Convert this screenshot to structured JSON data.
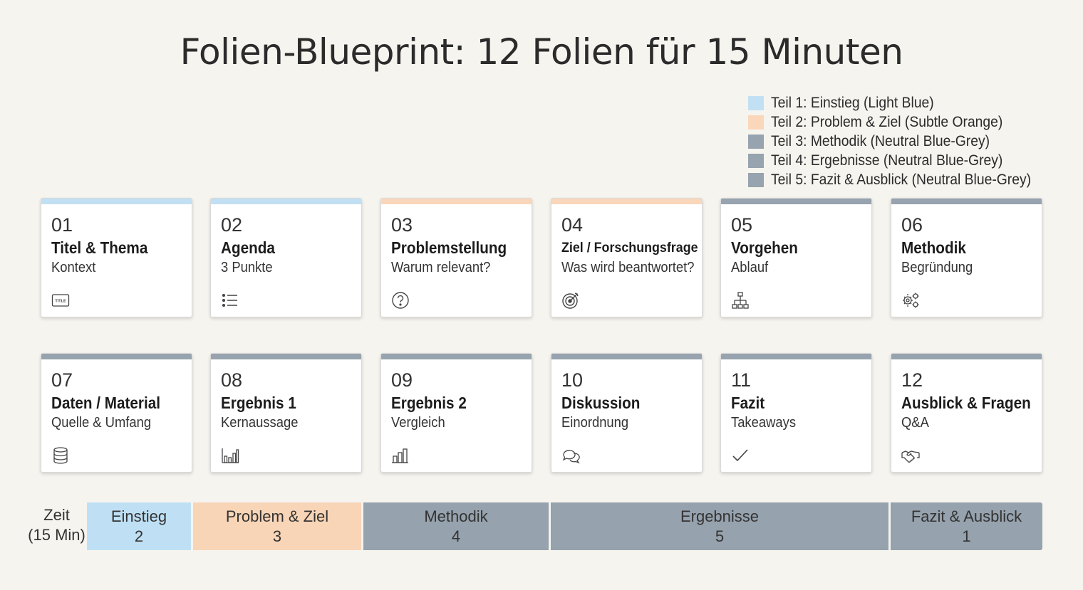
{
  "title": "Folien-Blueprint: 12 Folien für 15 Minuten",
  "colors": {
    "light_blue": "#c2e0f3",
    "subtle_orange": "#fad7bb",
    "blue_grey": "#97a3ae",
    "bar_blue": "#bfe0f4",
    "bar_orange": "#f8d5b6",
    "bar_grey": "#96a2ad"
  },
  "legend": [
    {
      "label": "Teil 1: Einstieg (Light Blue)",
      "color": "#c2e0f3"
    },
    {
      "label": "Teil 2: Problem & Ziel (Subtle Orange)",
      "color": "#fad7bb"
    },
    {
      "label": "Teil 3: Methodik (Neutral Blue-Grey)",
      "color": "#97a3ae"
    },
    {
      "label": "Teil 4: Ergebnisse (Neutral Blue-Grey)",
      "color": "#97a3ae"
    },
    {
      "label": "Teil 5: Fazit & Ausblick (Neutral Blue-Grey)",
      "color": "#97a3ae"
    }
  ],
  "slides": [
    {
      "num": "01",
      "title": "Titel & Thema",
      "subtitle": "Kontext",
      "icon": "title-icon",
      "part": 1
    },
    {
      "num": "02",
      "title": "Agenda",
      "subtitle": "3 Punkte",
      "icon": "list-icon",
      "part": 1
    },
    {
      "num": "03",
      "title": "Problemstellung",
      "subtitle": "Warum relevant?",
      "icon": "question-icon",
      "part": 2
    },
    {
      "num": "04",
      "title": "Ziel / Forschungsfrage",
      "subtitle": "Was wird beantwortet?",
      "icon": "target-icon",
      "part": 2
    },
    {
      "num": "05",
      "title": "Vorgehen",
      "subtitle": "Ablauf",
      "icon": "flowchart-icon",
      "part": 3
    },
    {
      "num": "06",
      "title": "Methodik",
      "subtitle": "Begründung",
      "icon": "gears-icon",
      "part": 3
    },
    {
      "num": "07",
      "title": "Daten / Material",
      "subtitle": "Quelle & Umfang",
      "icon": "database-icon",
      "part": 3
    },
    {
      "num": "08",
      "title": "Ergebnis 1",
      "subtitle": "Kernaussage",
      "icon": "bar-chart-icon",
      "part": 4
    },
    {
      "num": "09",
      "title": "Ergebnis 2",
      "subtitle": "Vergleich",
      "icon": "bar-chart-small-icon",
      "part": 4
    },
    {
      "num": "10",
      "title": "Diskussion",
      "subtitle": "Einordnung",
      "icon": "chat-bubbles-icon",
      "part": 4
    },
    {
      "num": "11",
      "title": "Fazit",
      "subtitle": "Takeaways",
      "icon": "checkmark-icon",
      "part": 5
    },
    {
      "num": "12",
      "title": "Ausblick & Fragen",
      "subtitle": "Q&A",
      "icon": "handshake-icon",
      "part": 5
    }
  ],
  "timeline": {
    "label_line1": "Zeit",
    "label_line2": "(15 Min)",
    "segments": [
      {
        "name": "Einstieg",
        "minutes": "2",
        "color": "#bfe0f4"
      },
      {
        "name": "Problem & Ziel",
        "minutes": "3",
        "color": "#f8d5b6"
      },
      {
        "name": "Methodik",
        "minutes": "4",
        "color": "#96a2ad"
      },
      {
        "name": "Ergebnisse",
        "minutes": "5",
        "color": "#96a2ad"
      },
      {
        "name": "Fazit & Ausblick",
        "minutes": "1",
        "color": "#96a2ad"
      }
    ]
  }
}
